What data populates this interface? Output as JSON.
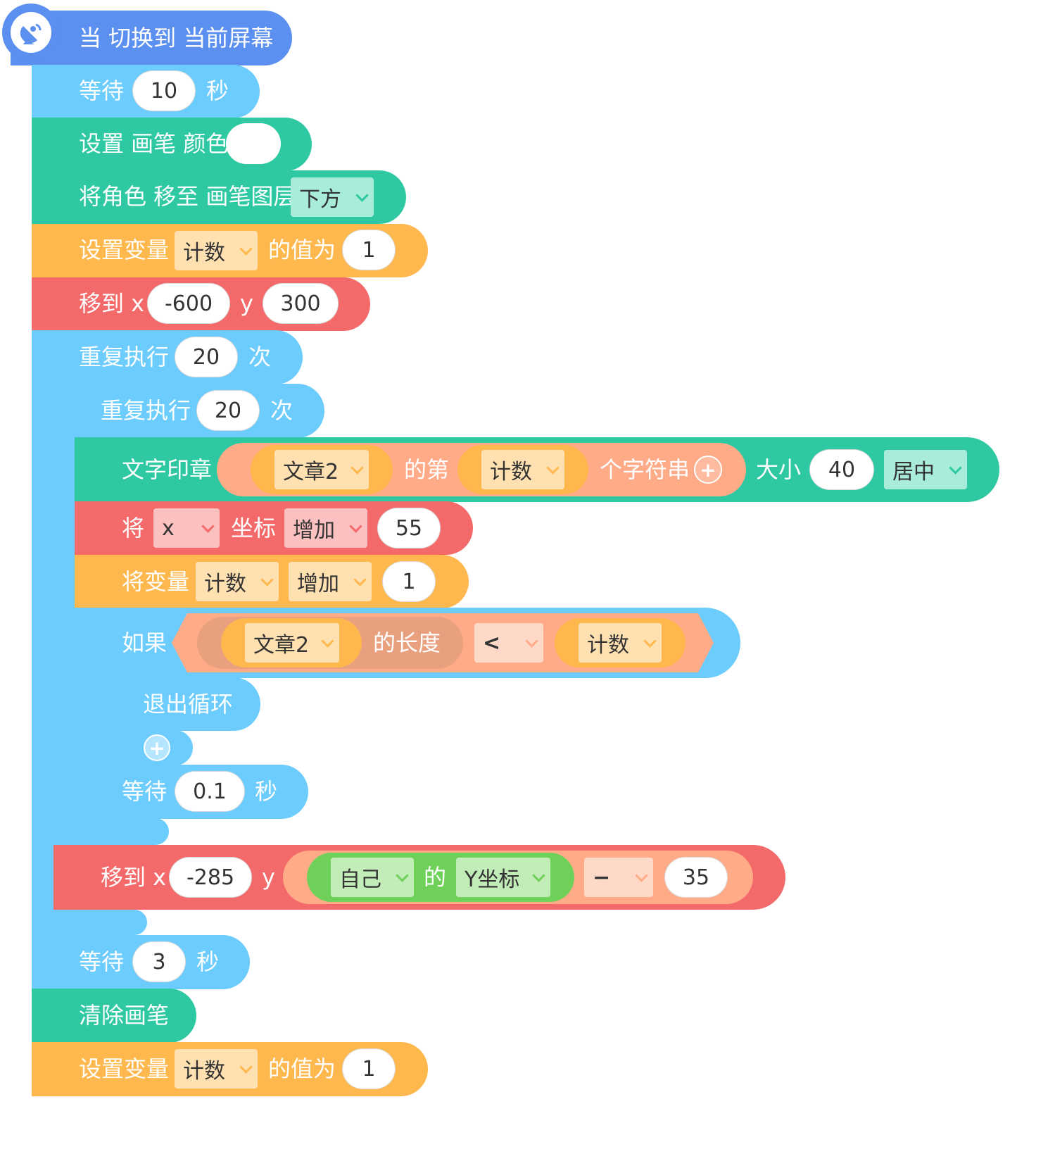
{
  "colors": {
    "event": "#5b8ff0",
    "control": "#6cccfd",
    "pen": "#2ec9a3",
    "variable": "#ffb84e",
    "motion": "#f4696a",
    "operator": "#ffab88",
    "sensing": "#6fd15a"
  },
  "hat": {
    "icon": "satellite-dish-icon",
    "label": "当 切换到 当前屏幕"
  },
  "b1": {
    "label": "等待",
    "value": "10",
    "unit": "秒"
  },
  "b2": {
    "label": "设置 画笔 颜色",
    "color_value": "#ffffff"
  },
  "b3": {
    "label": "将角色 移至 画笔图层",
    "dropdown": "下方"
  },
  "b4": {
    "label": "设置变量",
    "variable": "计数",
    "label2": "的值为",
    "value": "1"
  },
  "b5": {
    "label": "移到 x",
    "x": "-600",
    "label_y": "y",
    "y": "300"
  },
  "outer_repeat": {
    "label": "重复执行",
    "value": "20",
    "unit": "次"
  },
  "inner_repeat": {
    "label": "重复执行",
    "value": "20",
    "unit": "次"
  },
  "stamp": {
    "label": "文字印章",
    "list": "文章2",
    "of": "的第",
    "index_var": "计数",
    "item": "个字符串",
    "size_label": "大小",
    "size": "40",
    "align": "居中"
  },
  "change_x": {
    "label": "将",
    "axis": "x",
    "label2": "坐标",
    "op": "增加",
    "value": "55"
  },
  "change_var": {
    "label": "将变量",
    "variable": "计数",
    "op": "增加",
    "value": "1"
  },
  "if_block": {
    "label": "如果",
    "list": "文章2",
    "length": "的长度",
    "op": "<",
    "variable": "计数"
  },
  "break": {
    "label": "退出循环"
  },
  "wait_inner": {
    "label": "等待",
    "value": "0.1",
    "unit": "秒"
  },
  "move2": {
    "label": "移到 x",
    "x": "-285",
    "label_y": "y",
    "target": "自己",
    "of": "的",
    "prop": "Y坐标",
    "op": "−",
    "value": "35"
  },
  "wait3": {
    "label": "等待",
    "value": "3",
    "unit": "秒"
  },
  "clear": {
    "label": "清除画笔"
  },
  "b_last": {
    "label": "设置变量",
    "variable": "计数",
    "label2": "的值为",
    "value": "1"
  }
}
